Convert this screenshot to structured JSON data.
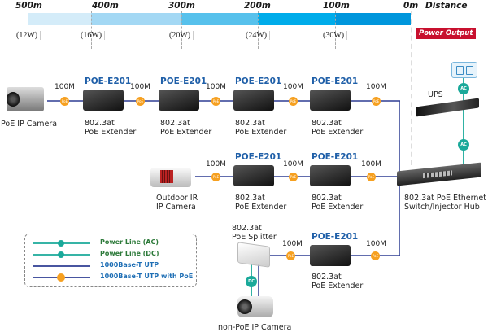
{
  "distance_scale": {
    "title": "Distance",
    "ticks": [
      {
        "distance": "500m",
        "power": "(12W)"
      },
      {
        "distance": "400m",
        "power": "(16W)"
      },
      {
        "distance": "300m",
        "power": "(20W)"
      },
      {
        "distance": "200m",
        "power": "(24W)"
      },
      {
        "distance": "100m",
        "power": "(30W)"
      },
      {
        "distance": "0m",
        "power": ""
      }
    ],
    "segment_colors": [
      "#d4ecf9",
      "#a3d8f4",
      "#57c1ec",
      "#00acea",
      "#0096dc"
    ],
    "power_output_label": "Power Output",
    "power_output_color": "#c8102e"
  },
  "rows": {
    "row1": {
      "source": {
        "label": "PoE IP Camera"
      },
      "links": [
        "100M",
        "100M",
        "100M",
        "100M",
        "100M"
      ],
      "extenders": [
        {
          "model": "POE-E201",
          "line1": "802.3at",
          "line2": "PoE Extender"
        },
        {
          "model": "POE-E201",
          "line1": "802.3at",
          "line2": "PoE Extender"
        },
        {
          "model": "POE-E201",
          "line1": "802.3at",
          "line2": "PoE Extender"
        },
        {
          "model": "POE-E201",
          "line1": "802.3at",
          "line2": "PoE Extender"
        }
      ]
    },
    "row2": {
      "source": {
        "line1": "Outdoor IR",
        "line2": "IP Camera"
      },
      "links": [
        "100M",
        "100M",
        "100M"
      ],
      "extenders": [
        {
          "model": "POE-E201",
          "line1": "802.3at",
          "line2": "PoE Extender"
        },
        {
          "model": "POE-E201",
          "line1": "802.3at",
          "line2": "PoE Extender"
        }
      ]
    },
    "row3": {
      "splitter": {
        "line1": "802.3at",
        "line2": "PoE Splitter"
      },
      "camera": {
        "label": "non-PoE IP Camera"
      },
      "links": [
        "100M",
        "100M"
      ],
      "extenders": [
        {
          "model": "POE-E201",
          "line1": "802.3at",
          "line2": "PoE Extender"
        }
      ]
    }
  },
  "switch": {
    "line1": "802.3at PoE Ethernet",
    "line2": "Switch/Injector Hub"
  },
  "ups": {
    "label": "UPS"
  },
  "badges": {
    "poe": "PoE",
    "ac": "AC",
    "dc": "DC"
  },
  "legend": {
    "items": [
      {
        "label": "Power Line (AC)",
        "type": "ac"
      },
      {
        "label": "Power Line (DC)",
        "type": "dc"
      },
      {
        "label": "1000Base-T UTP",
        "type": "utp"
      },
      {
        "label": "1000Base-T UTP with PoE",
        "type": "utp-poe"
      }
    ]
  },
  "colors": {
    "utp_line": "#2e3d93",
    "power_line": "#1aa99a",
    "poe_badge": "#f6a020",
    "model_text": "#1f5fa8",
    "legend_power_text": "#2d7a3a",
    "legend_utp_text": "#1f6fb5"
  }
}
